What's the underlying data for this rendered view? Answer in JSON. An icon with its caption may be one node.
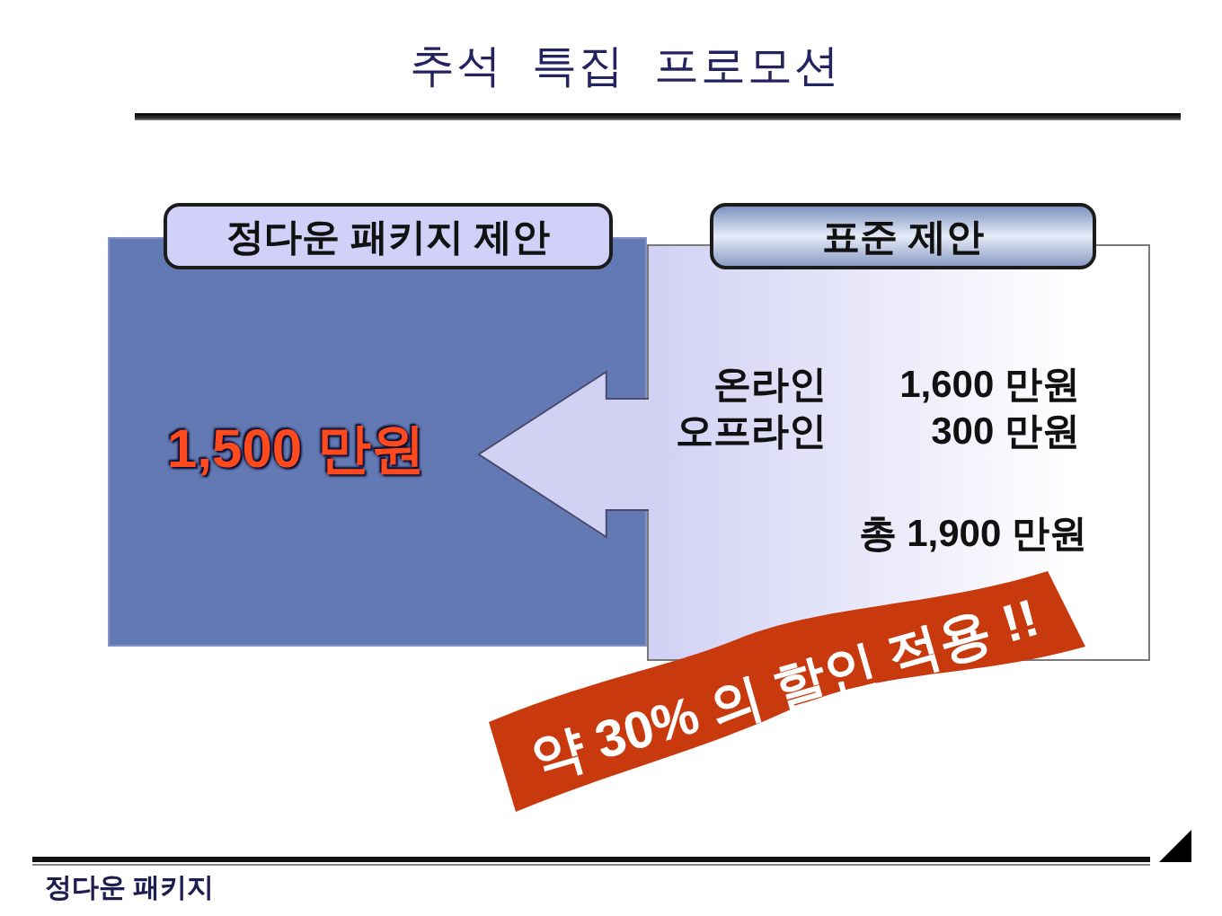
{
  "diagram": {
    "title": "추석 특집 프로모션",
    "nodes": [
      {
        "text": [
          "정다운 패키지 제안"
        ]
      },
      {
        "text": [],
        "shape": "box"
      },
      {
        "text": [
          "1,500 만원"
        ],
        "in": 1
      },
      {
        "text": [
          "표준 제안"
        ]
      },
      {
        "text": [
          "온라인",
          "1,600 만원",
          "오프라인",
          "300 만원",
          "총 1,900 만원"
        ]
      },
      {
        "text": [
          "약 30% 의 할인 적용 !!"
        ]
      }
    ],
    "edges": [
      {
        "from": 4,
        "to": 2,
        "arrow": "to"
      }
    ],
    "labels": [
      "정다운 패키지"
    ]
  }
}
